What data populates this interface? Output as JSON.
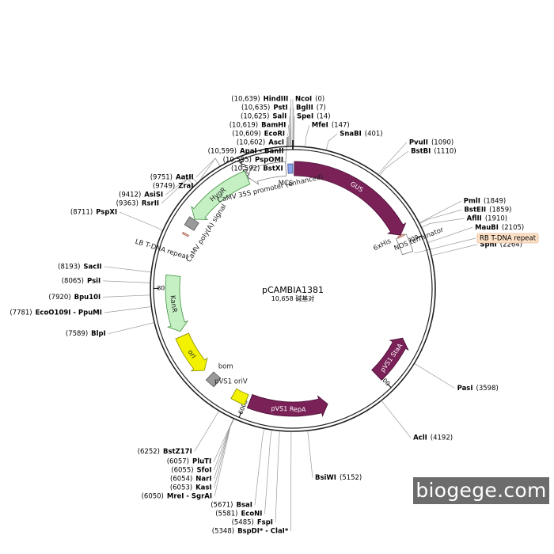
{
  "plasmid": {
    "name": "pCAMBIA1381",
    "size_text": "10,658 碱基对",
    "length": 10658
  },
  "colors": {
    "backbone": "#222222",
    "purple": "#7a2158",
    "green": "#c4f0c4",
    "green_stroke": "#3e8f3e",
    "yellow": "#f2f200",
    "gray": "#9a9a9a",
    "highlight": "#fde1c8"
  },
  "ticks": [
    {
      "pos": 2000,
      "label": "2000"
    },
    {
      "pos": 4000,
      "label": "4000"
    },
    {
      "pos": 6000,
      "label": "6000"
    },
    {
      "pos": 8000,
      "label": "8000"
    },
    {
      "pos": 10000,
      "label": "10,000"
    }
  ],
  "sites": [
    {
      "name": "NcoI",
      "pos_text": "(0)",
      "pos": 0,
      "side": "R"
    },
    {
      "name": "BglII",
      "pos_text": "(7)",
      "pos": 7,
      "side": "R"
    },
    {
      "name": "SpeI",
      "pos_text": "(14)",
      "pos": 14,
      "side": "R"
    },
    {
      "name": "MfeI",
      "pos_text": "(147)",
      "pos": 147,
      "side": "R"
    },
    {
      "name": "SnaBI",
      "pos_text": "(401)",
      "pos": 401,
      "side": "R"
    },
    {
      "name": "PvuII",
      "pos_text": "(1090)",
      "pos": 1090,
      "side": "R"
    },
    {
      "name": "BstBI",
      "pos_text": "(1110)",
      "pos": 1110,
      "side": "R"
    },
    {
      "name": "PmlI",
      "pos_text": "(1849)",
      "pos": 1849,
      "side": "R"
    },
    {
      "name": "BstEII",
      "pos_text": "(1859)",
      "pos": 1859,
      "side": "R"
    },
    {
      "name": "AflII",
      "pos_text": "(1910)",
      "pos": 1910,
      "side": "R"
    },
    {
      "name": "MauBI",
      "pos_text": "(2105)",
      "pos": 2105,
      "side": "R"
    },
    {
      "name": "SphI",
      "pos_text": "(2264)",
      "pos": 2264,
      "side": "R"
    },
    {
      "name": "PasI",
      "pos_text": "(3598)",
      "pos": 3598,
      "side": "R"
    },
    {
      "name": "AclI",
      "pos_text": "(4192)",
      "pos": 4192,
      "side": "R"
    },
    {
      "name": "BsiWI",
      "pos_text": "(5152)",
      "pos": 5152,
      "side": "R"
    },
    {
      "name": "BspDI* - ClaI*",
      "pos_text": "(5348)",
      "pos": 5348,
      "side": "L",
      "muted": true
    },
    {
      "name": "FspI",
      "pos_text": "(5485)",
      "pos": 5485,
      "side": "L"
    },
    {
      "name": "EcoNI",
      "pos_text": "(5581)",
      "pos": 5581,
      "side": "L"
    },
    {
      "name": "BsaI",
      "pos_text": "(5671)",
      "pos": 5671,
      "side": "L"
    },
    {
      "name": "MreI - SgrAI",
      "pos_text": "(6050)",
      "pos": 6050,
      "side": "L"
    },
    {
      "name": "KasI",
      "pos_text": "(6053)",
      "pos": 6053,
      "side": "L"
    },
    {
      "name": "NarI",
      "pos_text": "(6054)",
      "pos": 6054,
      "side": "L"
    },
    {
      "name": "SfoI",
      "pos_text": "(6055)",
      "pos": 6055,
      "side": "L"
    },
    {
      "name": "PluTI",
      "pos_text": "(6057)",
      "pos": 6057,
      "side": "L"
    },
    {
      "name": "BstZ17I",
      "pos_text": "(6252)",
      "pos": 6252,
      "side": "L"
    },
    {
      "name": "BlpI",
      "pos_text": "(7589)",
      "pos": 7589,
      "side": "L"
    },
    {
      "name": "EcoO109I - PpuMI",
      "pos_text": "(7781)",
      "pos": 7781,
      "side": "L"
    },
    {
      "name": "Bpu10I",
      "pos_text": "(7920)",
      "pos": 7920,
      "side": "L"
    },
    {
      "name": "PsiI",
      "pos_text": "(8065)",
      "pos": 8065,
      "side": "L"
    },
    {
      "name": "SacII",
      "pos_text": "(8193)",
      "pos": 8193,
      "side": "L"
    },
    {
      "name": "PspXI",
      "pos_text": "(8711)",
      "pos": 8711,
      "side": "L"
    },
    {
      "name": "RsrII",
      "pos_text": "(9363)",
      "pos": 9363,
      "side": "L"
    },
    {
      "name": "AsiSI",
      "pos_text": "(9412)",
      "pos": 9412,
      "side": "L"
    },
    {
      "name": "ZraI",
      "pos_text": "(9749)",
      "pos": 9749,
      "side": "L"
    },
    {
      "name": "AatII",
      "pos_text": "(9751)",
      "pos": 9751,
      "side": "L"
    },
    {
      "name": "BstXI",
      "pos_text": "(10,592)",
      "pos": 10592,
      "side": "L"
    },
    {
      "name": "PspOMI",
      "pos_text": "(10,595)",
      "pos": 10595,
      "side": "L"
    },
    {
      "name": "ApaI - BanII",
      "pos_text": "(10,599)",
      "pos": 10599,
      "side": "L"
    },
    {
      "name": "AscI",
      "pos_text": "(10,602)",
      "pos": 10602,
      "side": "L"
    },
    {
      "name": "EcoRI",
      "pos_text": "(10,609)",
      "pos": 10609,
      "side": "L"
    },
    {
      "name": "BamHI",
      "pos_text": "(10,619)",
      "pos": 10619,
      "side": "L"
    },
    {
      "name": "SalI",
      "pos_text": "(10,625)",
      "pos": 10625,
      "side": "L"
    },
    {
      "name": "PstI",
      "pos_text": "(10,635)",
      "pos": 10635,
      "side": "L"
    },
    {
      "name": "HindIII",
      "pos_text": "(10,639)",
      "pos": 10639,
      "side": "L"
    }
  ],
  "highlight_feature": {
    "name": "RB T-DNA repeat",
    "pos": 2180
  },
  "features": [
    {
      "name": "GUS",
      "start": 20,
      "end": 1880,
      "style": "purple-arrow",
      "dir": 1,
      "label_in": true
    },
    {
      "name": "pVS1 StaA",
      "start": 3380,
      "end": 4020,
      "style": "purple-arrow",
      "dir": -1,
      "label_in": true
    },
    {
      "name": "pVS1 RepA",
      "start": 4830,
      "end": 5950,
      "style": "purple-arrow",
      "dir": -1,
      "label_in": true
    },
    {
      "name": "HygR",
      "start": 9040,
      "end": 10000,
      "style": "green-arrow",
      "dir": -1,
      "label_in": true
    },
    {
      "name": "KanR",
      "start": 7380,
      "end": 8180,
      "style": "green-arrow",
      "dir": -1,
      "label_in": true
    },
    {
      "name": "ori",
      "start": 6730,
      "end": 7310,
      "style": "yellow-arrow",
      "dir": -1,
      "label_in": true
    },
    {
      "name": "CaMV 35S promoter (enhanced)",
      "start": 10010,
      "end": 10560,
      "style": "white-arrow",
      "dir": -1
    },
    {
      "name": "MCS",
      "start": 10590,
      "end": 10658,
      "style": "mcs"
    },
    {
      "name": "NOS terminator",
      "start": 1900,
      "end": 2150,
      "style": "white-box"
    },
    {
      "name": "6xHis",
      "start": 1885,
      "end": 1905,
      "style": "tiny"
    },
    {
      "name": "CaMV poly(A) signal",
      "start": 8900,
      "end": 9030,
      "style": "gray-box"
    },
    {
      "name": "LB T-DNA repeat",
      "start": 8780,
      "end": 8800,
      "style": "tiny"
    },
    {
      "name": "bom",
      "start": 6480,
      "end": 6620,
      "style": "gray-box"
    },
    {
      "name": "pVS1 oriV",
      "start": 6000,
      "end": 6200,
      "style": "yellow-box"
    }
  ],
  "watermark": "biogege.com"
}
